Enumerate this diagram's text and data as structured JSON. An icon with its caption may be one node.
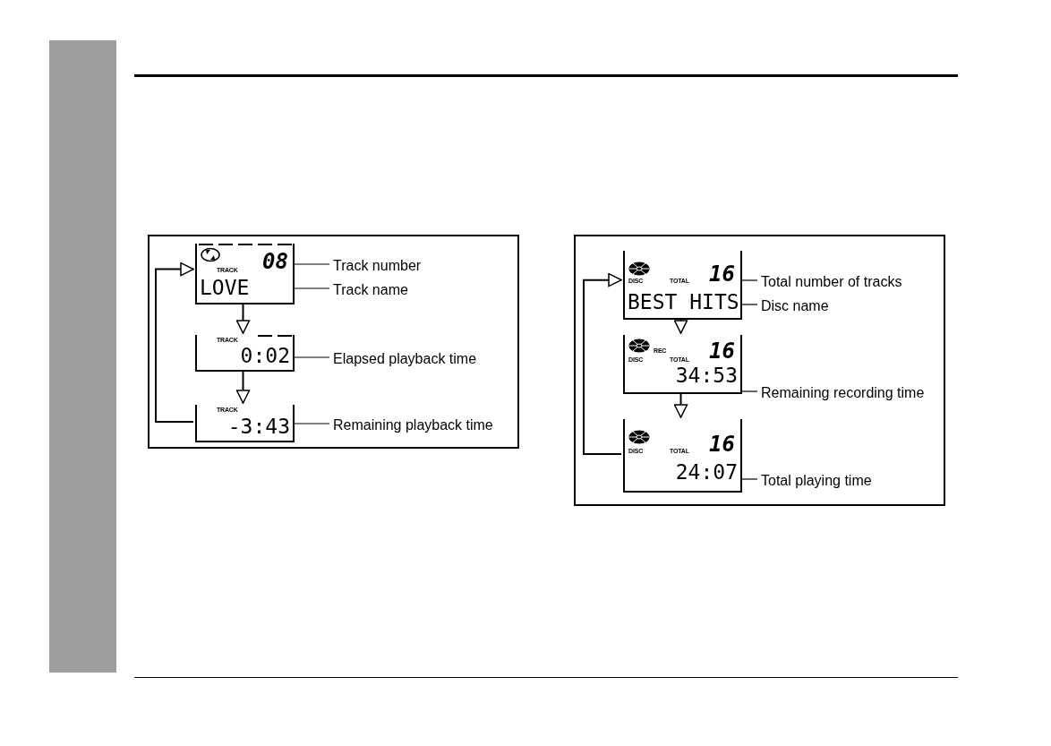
{
  "diagram": {
    "nodes": [
      {
        "text": [],
        "shape": "box"
      },
      {
        "text": [
          "TRACK",
          "08",
          "LOVE"
        ],
        "in": 0
      },
      {
        "text": [
          "TRACK",
          "0:02"
        ],
        "in": 0
      },
      {
        "text": [
          "TRACK",
          "-3:43"
        ],
        "in": 0
      },
      {
        "text": [
          "Track number"
        ],
        "in": 0
      },
      {
        "text": [
          "Track name"
        ],
        "in": 0
      },
      {
        "text": [
          "Elapsed playback time"
        ],
        "in": 0
      },
      {
        "text": [
          "Remaining playback time"
        ],
        "in": 0
      },
      {
        "text": [],
        "shape": "box"
      },
      {
        "text": [
          "DISC",
          "TOTAL",
          "16",
          "BEST HITS"
        ],
        "in": 8
      },
      {
        "text": [
          "REC",
          "DISC",
          "TOTAL",
          "16",
          "34:53"
        ],
        "in": 8
      },
      {
        "text": [
          "DISC",
          "TOTAL",
          "16",
          "24:07"
        ],
        "in": 8
      },
      {
        "text": [
          "Total number of tracks"
        ],
        "in": 8
      },
      {
        "text": [
          "Disc name"
        ],
        "in": 8
      },
      {
        "text": [
          "Remaining recording time"
        ],
        "in": 8
      },
      {
        "text": [
          "Total playing time"
        ],
        "in": 8
      },
      {
        "text": [],
        "shape": "bar"
      }
    ],
    "edges": [
      {
        "from": 1,
        "to": 2,
        "arrow": "to"
      },
      {
        "from": 2,
        "to": 3,
        "arrow": "to"
      },
      {
        "from": 3,
        "to": 1,
        "arrow": "to"
      },
      {
        "from": 4,
        "to": 1,
        "arrow": "none"
      },
      {
        "from": 5,
        "to": 1,
        "arrow": "none"
      },
      {
        "from": 6,
        "to": 2,
        "arrow": "none"
      },
      {
        "from": 7,
        "to": 3,
        "arrow": "none"
      },
      {
        "from": 9,
        "to": 10,
        "arrow": "to"
      },
      {
        "from": 10,
        "to": 11,
        "arrow": "to"
      },
      {
        "from": 11,
        "to": 9,
        "arrow": "to"
      },
      {
        "from": 12,
        "to": 9,
        "arrow": "none"
      },
      {
        "from": 13,
        "to": 9,
        "arrow": "none"
      },
      {
        "from": 14,
        "to": 10,
        "arrow": "none"
      },
      {
        "from": 15,
        "to": 11,
        "arrow": "none"
      }
    ]
  }
}
